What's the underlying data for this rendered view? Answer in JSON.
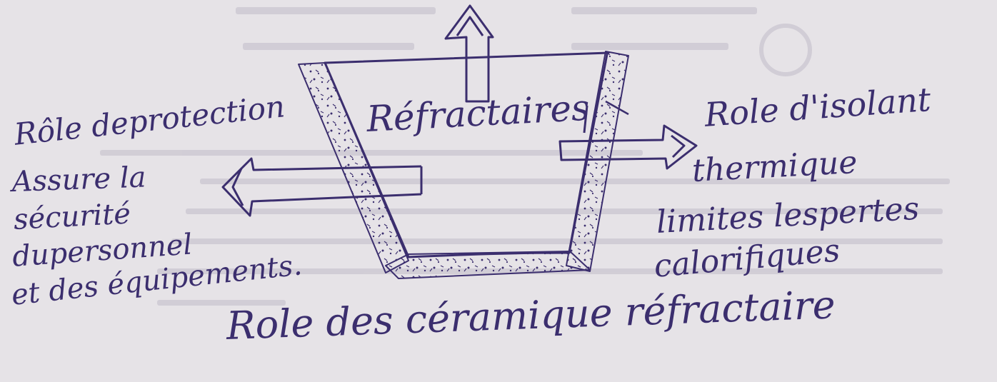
{
  "center_label": "Réfractaires",
  "left_role": "Rôle deprotection",
  "left_lines": [
    "Assure la",
    "sécurité",
    "dupersonnel",
    "et des équipements."
  ],
  "right_role": "Role d'isolant",
  "right_lines": [
    "thermique",
    "limites lespertes",
    "calorifiques"
  ],
  "caption": "Role des céramique réfractaire",
  "colors": {
    "paper": "#e6e3e7",
    "ink": "#3b2e6e"
  }
}
